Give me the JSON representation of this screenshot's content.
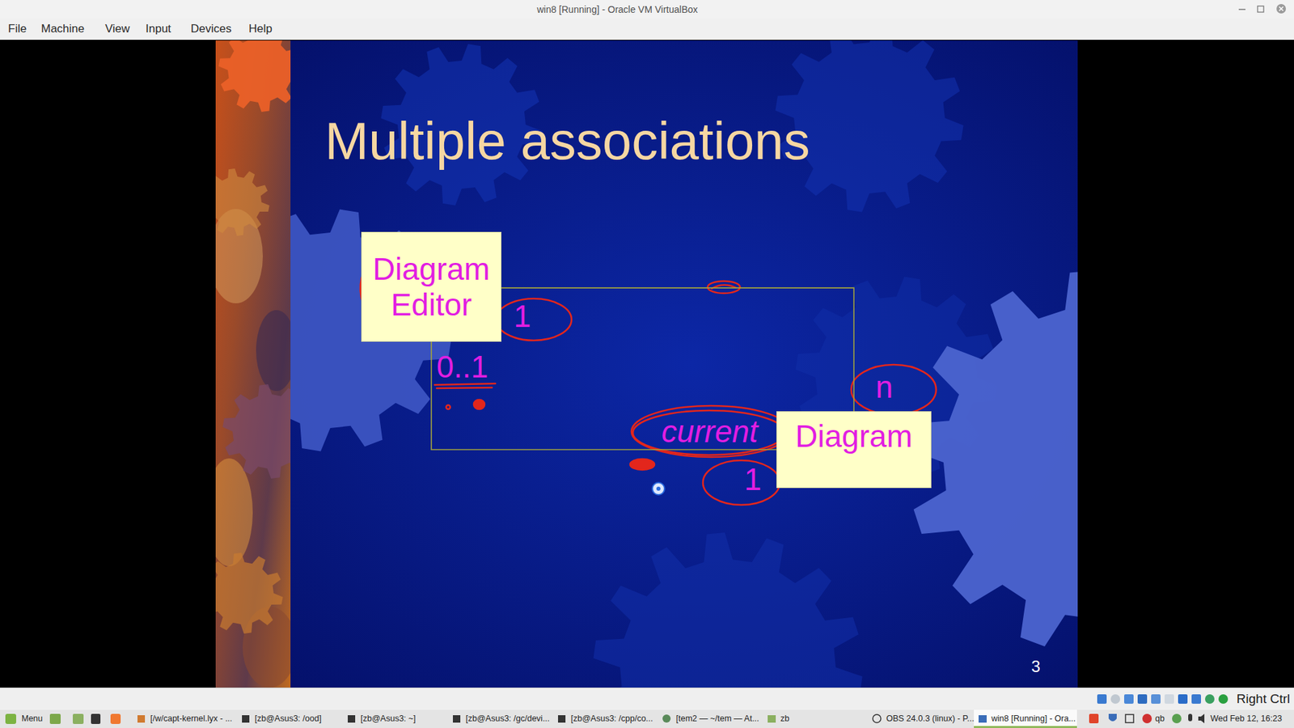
{
  "diagram": {
    "title": "Multiple associations",
    "nodes": [
      {
        "text": [
          "Diagram Editor"
        ]
      },
      {
        "text": [
          "Diagram"
        ]
      }
    ],
    "edges": [
      {
        "from": 0,
        "to": 1,
        "arrow": "none"
      },
      {
        "from": 0,
        "to": 1,
        "label": "current",
        "arrow": "none"
      }
    ],
    "labels": [
      "win8 [Running] - Oracle VM VirtualBox",
      "File",
      "Machine",
      "View",
      "Input",
      "Devices",
      "Help",
      "1",
      "0..1",
      "n",
      "1",
      "3",
      "Right Ctrl",
      "Menu",
      "[/w/capt-kernel.lyx - ...",
      "[zb@Asus3: /ood]",
      "[zb@Asus3: ~]",
      "[zb@Asus3: /gc/devi...",
      "[zb@Asus3: /cpp/co...",
      "[tem2 — ~/tem — At...",
      "zb",
      "OBS 24.0.3 (linux) - P...",
      "win8 [Running] - Ora...",
      "qb",
      "Wed Feb 12, 16:23"
    ]
  }
}
